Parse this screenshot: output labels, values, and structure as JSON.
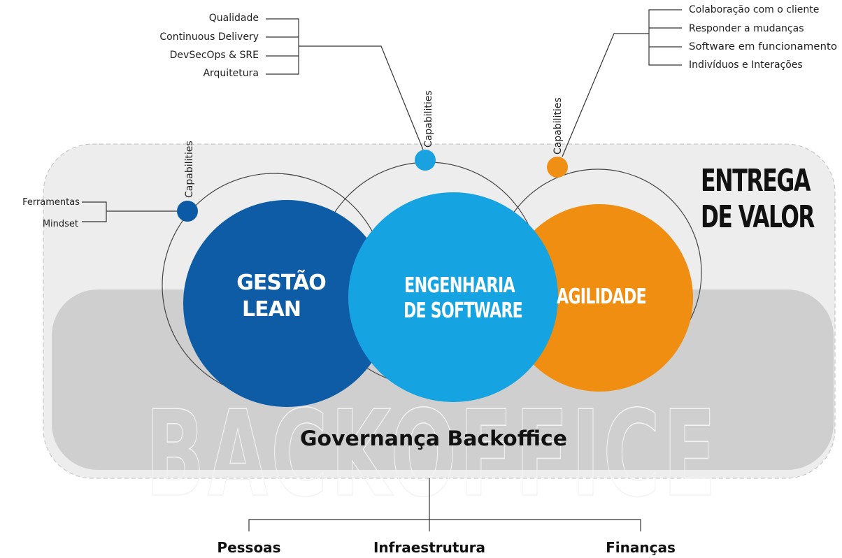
{
  "colors": {
    "lean": "#0d5ca5",
    "engenharia": "#16a3e2",
    "agilidade": "#ef8e10",
    "lean_dot": "#0b5aa6",
    "eng_dot": "#1aa2e0",
    "agi_dot": "#ef9014",
    "delivery_box": "#ededed",
    "backoffice_box": "#cfcfcf"
  },
  "circles": {
    "lean": {
      "line1": "GESTÃO",
      "line2": "LEAN"
    },
    "engenharia": {
      "line1": "ENGENHARIA",
      "line2": "DE SOFTWARE"
    },
    "agilidade": {
      "line1": "AGILIDADE"
    }
  },
  "capabilities_label": "Capabilities",
  "lean_items": [
    "Ferramentas",
    "Mindset"
  ],
  "engenharia_items": [
    "Qualidade",
    "Continuous Delivery",
    "DevSecOps & SRE",
    "Arquitetura"
  ],
  "agilidade_items": [
    "Colaboração com o cliente",
    "Responder a mudanças",
    "Software em funcionamento",
    "Indivíduos e Interações"
  ],
  "entrega": {
    "line1": "ENTREGA",
    "line2": "DE VALOR"
  },
  "backoffice_watermark": "BACKOFFICE",
  "governanca": "Governança Backoffice",
  "footer": [
    "Pessoas",
    "Infraestrutura",
    "Finanças"
  ]
}
